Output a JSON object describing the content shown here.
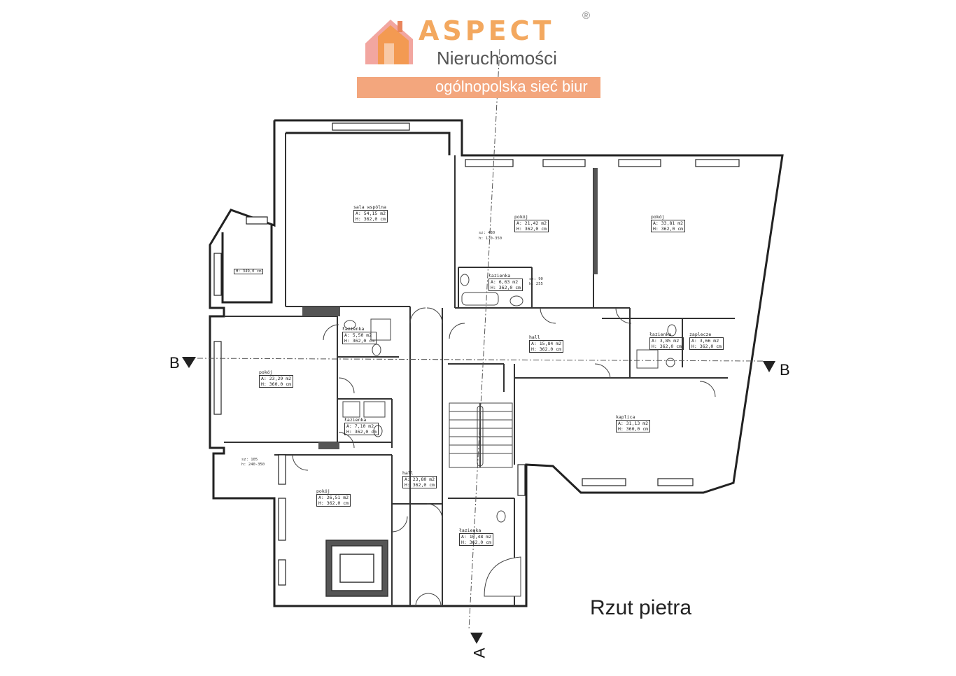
{
  "brand": {
    "name": "ASPECT",
    "registered": "®",
    "subtitle": "Nieruchomości",
    "tagline": "ogólnopolska sieć biur",
    "colors": {
      "accent": "#f3a67d",
      "logo_orange": "#f39a52",
      "logo_pink": "#f2a6a0",
      "text_grey": "#555555"
    }
  },
  "plan": {
    "title": "Rzut pietra",
    "section_marks": {
      "b_left": "B",
      "b_right": "B",
      "a_bottom": "A"
    },
    "rooms": [
      {
        "id": "sala",
        "name": "sala wspólna",
        "area": "A: 54,15 m2",
        "height": "H: 362,0 cm"
      },
      {
        "id": "pokoj-top-mid",
        "name": "pokój",
        "area": "A: 21,42 m2",
        "height": "H: 362,0 cm"
      },
      {
        "id": "pokoj-top-right",
        "name": "pokój",
        "area": "A: 33,81 m2",
        "height": "H: 362,0 cm"
      },
      {
        "id": "lazienka-center-top",
        "name": "łazienka",
        "area": "A: 6,63 m2",
        "height": "H: 362,0 cm"
      },
      {
        "id": "lazienka-left-1",
        "name": "łazienka",
        "area": "A: 5,50 m2",
        "height": "H: 362,0 cm"
      },
      {
        "id": "pokoj-left",
        "name": "pokój",
        "area": "A: 23,29 m2",
        "height": "H: 360,0 cm"
      },
      {
        "id": "lazienka-left-2",
        "name": "łazienka",
        "area": "A: 7,10 m2",
        "height": "H: 362,0 cm"
      },
      {
        "id": "hall-center",
        "name": "hall",
        "area": "A: 15,84 m2",
        "height": "H: 362,0 cm"
      },
      {
        "id": "lazienka-right",
        "name": "łazienka",
        "area": "A: 3,85 m2",
        "height": "H: 362,0 cm"
      },
      {
        "id": "zaplecze",
        "name": "zaplecze",
        "area": "A: 3,66 m2",
        "height": "H: 362,0 cm"
      },
      {
        "id": "kaplica",
        "name": "kaplica",
        "area": "A: 31,13 m2",
        "height": "H: 360,0 cm"
      },
      {
        "id": "hall-lower",
        "name": "hall",
        "area": "A: 23,80 m2",
        "height": "H: 362,0 cm"
      },
      {
        "id": "pokoj-bottom",
        "name": "pokój",
        "area": "A: 26,51 m2",
        "height": "H: 362,0 cm"
      },
      {
        "id": "lazienka-bottom",
        "name": "łazienka",
        "area": "A: 10,48 m2",
        "height": "H: 362,0 cm"
      }
    ],
    "notes": [
      {
        "id": "n-sala-h",
        "text": "H: 349,0 cm"
      },
      {
        "id": "n-sz-480",
        "text": "sz: 480"
      },
      {
        "id": "n-sz-480-h",
        "text": "h: 170-350"
      },
      {
        "id": "n-sz-105",
        "text": "sz: 105"
      },
      {
        "id": "n-sz-105-h",
        "text": "h: 240-350"
      },
      {
        "id": "n-sz-90",
        "text": "sz: 90"
      },
      {
        "id": "n-sz-90-h",
        "text": "h: 255"
      }
    ]
  }
}
